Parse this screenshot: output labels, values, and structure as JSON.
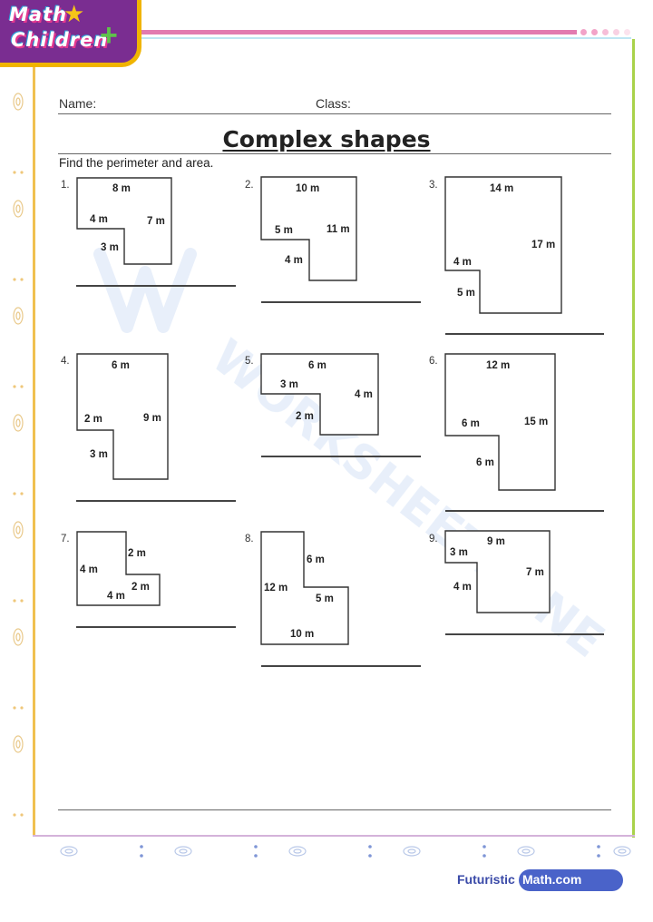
{
  "logo": {
    "line1": "Math",
    "line2": "Children"
  },
  "header": {
    "name_label": "Name:",
    "class_label": "Class:"
  },
  "title": "Complex shapes",
  "instruction": "Find the perimeter and area.",
  "problems": [
    {
      "number": "1.",
      "labels": [
        "8 m",
        "4 m",
        "7 m",
        "3 m"
      ]
    },
    {
      "number": "2.",
      "labels": [
        "10 m",
        "5 m",
        "11 m",
        "4 m"
      ]
    },
    {
      "number": "3.",
      "labels": [
        "14 m",
        "17 m",
        "4 m",
        "5 m"
      ]
    },
    {
      "number": "4.",
      "labels": [
        "6 m",
        "2 m",
        "9 m",
        "3 m"
      ]
    },
    {
      "number": "5.",
      "labels": [
        "6 m",
        "3 m",
        "4 m",
        "2 m"
      ]
    },
    {
      "number": "6.",
      "labels": [
        "12 m",
        "6 m",
        "15 m",
        "6 m"
      ]
    },
    {
      "number": "7.",
      "labels": [
        "2 m",
        "4 m",
        "2 m",
        "4 m"
      ]
    },
    {
      "number": "8.",
      "labels": [
        "6 m",
        "12 m",
        "5 m",
        "10 m"
      ]
    },
    {
      "number": "9.",
      "labels": [
        "9 m",
        "3 m",
        "7 m",
        "4 m"
      ]
    }
  ],
  "watermark": "WORKSHEETZONE",
  "footer": {
    "text": "Futuristic",
    "pill": "Math.com"
  },
  "colors": {
    "logo_bg": "#7a2d91",
    "pink_bar": "#e27bb0",
    "left_border": "#f0c050",
    "right_border": "#a9d24a",
    "footer_pill": "#4a63c9"
  }
}
